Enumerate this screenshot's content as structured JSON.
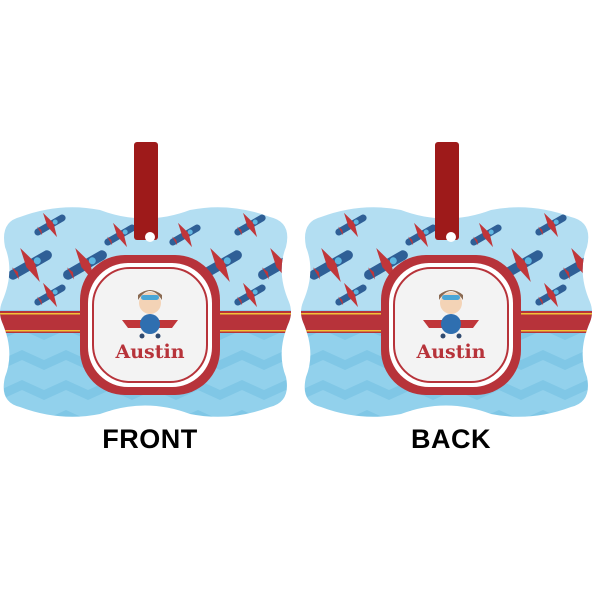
{
  "product": {
    "personalized_name": "Austin",
    "sides": [
      {
        "label": "FRONT"
      },
      {
        "label": "BACK"
      }
    ]
  },
  "colors": {
    "sky": "#b3def2",
    "chevron_light": "#8fd0eb",
    "chevron_dark": "#7cc4e4",
    "band_red": "#b7333a",
    "band_yellow": "#f2c237",
    "ribbon": "#9e1a1a",
    "plane_blue": "#2f5f96",
    "plane_red": "#c0363a"
  },
  "icons": [
    "ribbon-icon",
    "airplane-icon",
    "pilot-boy-icon"
  ]
}
